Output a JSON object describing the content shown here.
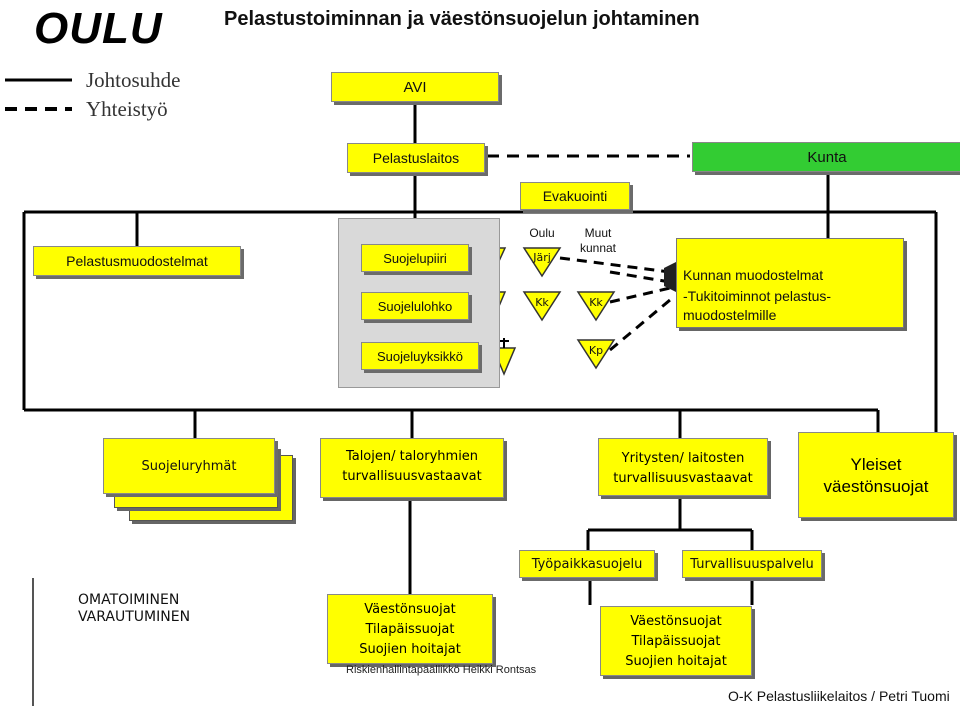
{
  "header": {
    "logo_text": "OULU",
    "title": "Pelastustoiminnan ja väestönsuojelun johtaminen"
  },
  "legend": {
    "solid_label": "Johtosuhde",
    "dashed_label": "Yhteistyö"
  },
  "nodes": {
    "avi": "AVI",
    "pelastuslaitos": "Pelastuslaitos",
    "kunta": "Kunta",
    "evakuointi": "Evakuointi",
    "pelastusmuodostelmat": "Pelastusmuodostelmat",
    "suojelupiiri": "Suojelupiiri",
    "suojelulohko": "Suojelulohko",
    "suojeluyksikko": "Suojeluyksikkö",
    "oulu": "Oulu",
    "jarj": "Järj",
    "muut_kunnat_1": "Muut",
    "muut_kunnat_2": "kunnat",
    "kk_1": "Kk",
    "kk_2": "Kk",
    "kp": "Kp",
    "kunnan_muodostelmat_1": "Kunnan muodostelmat",
    "kunnan_muodostelmat_2": "-Tukitoiminnot pelastus-",
    "kunnan_muodostelmat_3": "muodostelmille",
    "suojeluryhmat": "Suojeluryhmät",
    "talojen_1": "Talojen/ taloryhmien",
    "talojen_2": "turvallisuusvastaavat",
    "yritysten_1": "Yritysten/ laitosten",
    "yritysten_2": "turvallisuusvastaavat",
    "yleiset_1": "Yleiset",
    "yleiset_2": "väestönsuojat",
    "tyopaikkasuojelu": "Työpaikkasuojelu",
    "turvallisuuspalvelu": "Turvallisuuspalvelu",
    "omatoiminen_1": "OMATOIMINEN",
    "omatoiminen_2": "VARAUTUMINEN",
    "vss_left_1": "Väestönsuojat",
    "vss_left_2": "Tilapäissuojat",
    "vss_left_3": "Suojien hoitajat",
    "vss_right_1": "Väestönsuojat",
    "vss_right_2": "Tilapäissuojat",
    "vss_right_3": "Suojien hoitajat"
  },
  "footer": {
    "author_note": "Riskienhallintapäällikkö Heikki Rontsas",
    "credit": "O-K Pelastusliikelaitos / Petri Tuomi"
  },
  "colors": {
    "yellow": "#ffff00",
    "green": "#33cc33",
    "gray": "#d9d9d9"
  }
}
